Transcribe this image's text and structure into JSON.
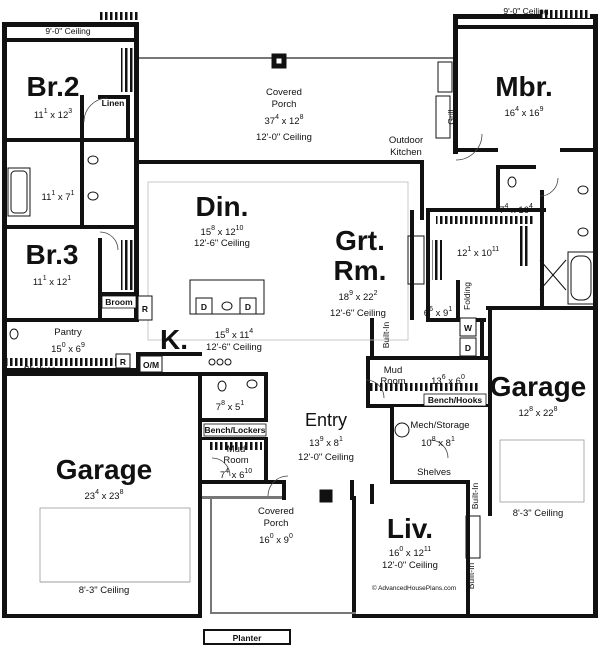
{
  "credit": "© AdvancedHousePlans.com",
  "rooms": {
    "br2": {
      "name": "Br.2",
      "w": "11",
      "wi": "1",
      "d": "12",
      "di": "3"
    },
    "br2_ceiling": "9'-0\" Ceiling",
    "linen": "Linen",
    "porch_top": {
      "name1": "Covered",
      "name2": "Porch",
      "w": "37",
      "wi": "4",
      "d": "12",
      "di": "8",
      "ceiling": "12'-0\" Ceiling"
    },
    "outdoor_kitchen": {
      "l1": "Outdoor",
      "l2": "Kitchen"
    },
    "grill": "Grill",
    "mbr": {
      "name": "Mbr.",
      "w": "16",
      "wi": "4",
      "d": "16",
      "di": "9"
    },
    "mbr_ceiling": "9'-0\" Ceiling",
    "bath1": {
      "w": "11",
      "wi": "1",
      "d": "7",
      "di": "1"
    },
    "din": {
      "name": "Din.",
      "w": "15",
      "wi": "8",
      "d": "12",
      "di": "10",
      "ceiling": "12'-6\" Ceiling"
    },
    "mbath": {
      "w": "7",
      "wi": "4",
      "d": "16",
      "di": "4"
    },
    "br3": {
      "name": "Br.3",
      "w": "11",
      "wi": "1",
      "d": "12",
      "di": "1"
    },
    "grt": {
      "name1": "Grt.",
      "name2": "Rm.",
      "w": "18",
      "wi": "9",
      "d": "22",
      "di": "2",
      "ceiling": "12'-6\" Ceiling"
    },
    "mcloset": {
      "w": "12",
      "wi": "1",
      "d": "10",
      "di": "11"
    },
    "broom": "Broom",
    "r1": "R",
    "r2": "R",
    "d1": "D",
    "d2": "D",
    "laundry": {
      "w": "6",
      "wi": "6",
      "d": "9",
      "di": "1"
    },
    "folding": "Folding",
    "washer": "W",
    "dryer": "D",
    "pantry": {
      "name": "Pantry",
      "w": "15",
      "wi": "0",
      "d": "6",
      "di": "9"
    },
    "kitchen": {
      "name": "K.",
      "w": "15",
      "wi": "8",
      "d": "11",
      "di": "4",
      "ceiling": "12'-6\" Ceiling"
    },
    "built_in_1": "Built-In",
    "shelves1": "Shelves",
    "om": "O/M",
    "mud2": {
      "name": "Mud",
      "name2": "Room",
      "w": "13",
      "wi": "6",
      "d": "6",
      "di": "0"
    },
    "garage_r": {
      "name": "Garage",
      "w": "12",
      "wi": "8",
      "d": "22",
      "di": "8"
    },
    "bench_hooks": "Bench/Hooks",
    "pbath": {
      "w": "7",
      "wi": "8",
      "d": "5",
      "di": "1"
    },
    "mech": {
      "name": "Mech/Storage",
      "w": "10",
      "wi": "8",
      "d": "8",
      "di": "1"
    },
    "bench_lockers": "Bench/Lockers",
    "entry": {
      "name": "Entry",
      "w": "13",
      "wi": "9",
      "d": "8",
      "di": "1",
      "ceiling": "12'-0\" Ceiling"
    },
    "mud1": {
      "name": "Mud",
      "name2": "Room",
      "w": "7",
      "wi": "4",
      "d": "6",
      "di": "10"
    },
    "garage_l": {
      "name": "Garage",
      "w": "23",
      "wi": "4",
      "d": "23",
      "di": "8"
    },
    "shelves2": "Shelves",
    "built_in_2": "Built-In",
    "garage_r_ceiling": "8'-3\" Ceiling",
    "porch_front": {
      "name1": "Covered",
      "name2": "Porch",
      "w": "16",
      "wi": "0",
      "d": "9",
      "di": "0"
    },
    "liv": {
      "name": "Liv.",
      "w": "16",
      "wi": "0",
      "d": "12",
      "di": "11",
      "ceiling": "12'-0\" Ceiling"
    },
    "built_in_3": "Built-In",
    "garage_l_ceiling": "8'-3\" Ceiling",
    "planter": "Planter"
  }
}
